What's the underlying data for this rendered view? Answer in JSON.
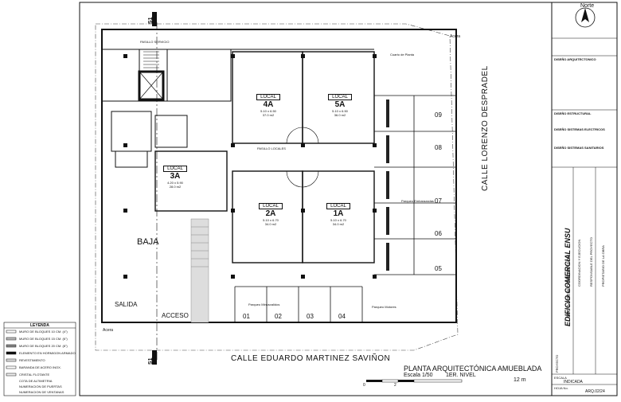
{
  "north_label": "Norte",
  "streets": {
    "bottom": "CALLE EDUARDO MARTINEZ SAVIÑON",
    "right": "CALLE LORENZO DESPRADEL"
  },
  "section_marks": [
    "S1",
    "S1"
  ],
  "plan_title": "PLANTA ARQUITECTÓNICA AMUEBLADA",
  "plan_scale": "Escala 1/50",
  "plan_level": "1ER. NIVEL",
  "scale_bar": {
    "labels": [
      "0",
      "2",
      "12 m"
    ]
  },
  "locals": [
    {
      "code": "4A",
      "caption": "LOCAL",
      "dims": "5.10 x 6.50",
      "area": "37.0 m2"
    },
    {
      "code": "5A",
      "caption": "LOCAL",
      "dims": "5.10 x 6.50",
      "area": "36.0 m2"
    },
    {
      "code": "3A",
      "caption": "LOCAL",
      "dims": "4.20 x 5.90",
      "area": "28.0 m2"
    },
    {
      "code": "2A",
      "caption": "LOCAL",
      "dims": "5.10 x 6.70",
      "area": "34.0 m2"
    },
    {
      "code": "1A",
      "caption": "LOCAL",
      "dims": "5.10 x 6.70",
      "area": "34.0 m2"
    }
  ],
  "labels": {
    "baja": "BAJA",
    "salida": "SALIDA",
    "acceso": "ACCESO",
    "acera_top": "Acera",
    "acera_bottom": "Acera",
    "pasillo_servicio": "PASILLO SERVICIO",
    "pasillo_locales": "PASILLO LOCALES",
    "parqueo_minusvalidos": "Parqueo Minusvalidos",
    "parqueo_motores": "Parqueo Motores",
    "parqueo_embarazadas": "Parqueo Embarazadas",
    "cuarto_planta": "Cuarto de Planta"
  },
  "parking": [
    "01",
    "02",
    "03",
    "04",
    "05",
    "06",
    "07",
    "08",
    "09"
  ],
  "legend": {
    "title": "LEYENDA",
    "items": [
      "MURO DE BLOQUES 10 CM. (4\")",
      "MURO DE BLOQUES 15 CM. (6\")",
      "MURO DE BLOQUES 20 CM. (8\")",
      "ELEMENTO EN HORMIGON ARMADO",
      "REVESTIMIENTO",
      "BARANDA DE ACERO INOX.",
      "CRISTAL FLOTANTE",
      "COTA DE ALTIMETRIA",
      "NUMERACION DE PUERTAS",
      "NUMERACION DE VENTANAS"
    ]
  },
  "titleblock": {
    "project_name": "EDIFICIO COMERCIAL ENSU",
    "location": "SANTO DOMINGO D.N. REP. DOM.",
    "diseno_arq": "DISEÑO ARQUITECTONICO",
    "diseno_est": "DISEÑO ESTRUCTURAL",
    "diseno_elec": "DISEÑO SISTEMAS ELECTRICOS",
    "diseno_sanit": "DISEÑO SISTEMAS SANITARIOS",
    "proyecto": "PROYECTO",
    "escala_label": "ESCALA",
    "escala_value": "INDICADA",
    "hoja_label": "HOJA No.",
    "hoja_value": "ARQ.02/24",
    "coordinacion": "COORDINACION Y EJECUCION",
    "responsable": "RESPONSABLE DEL PROYECTO",
    "propietario": "PROPIETARIO DE LA OBRA"
  }
}
